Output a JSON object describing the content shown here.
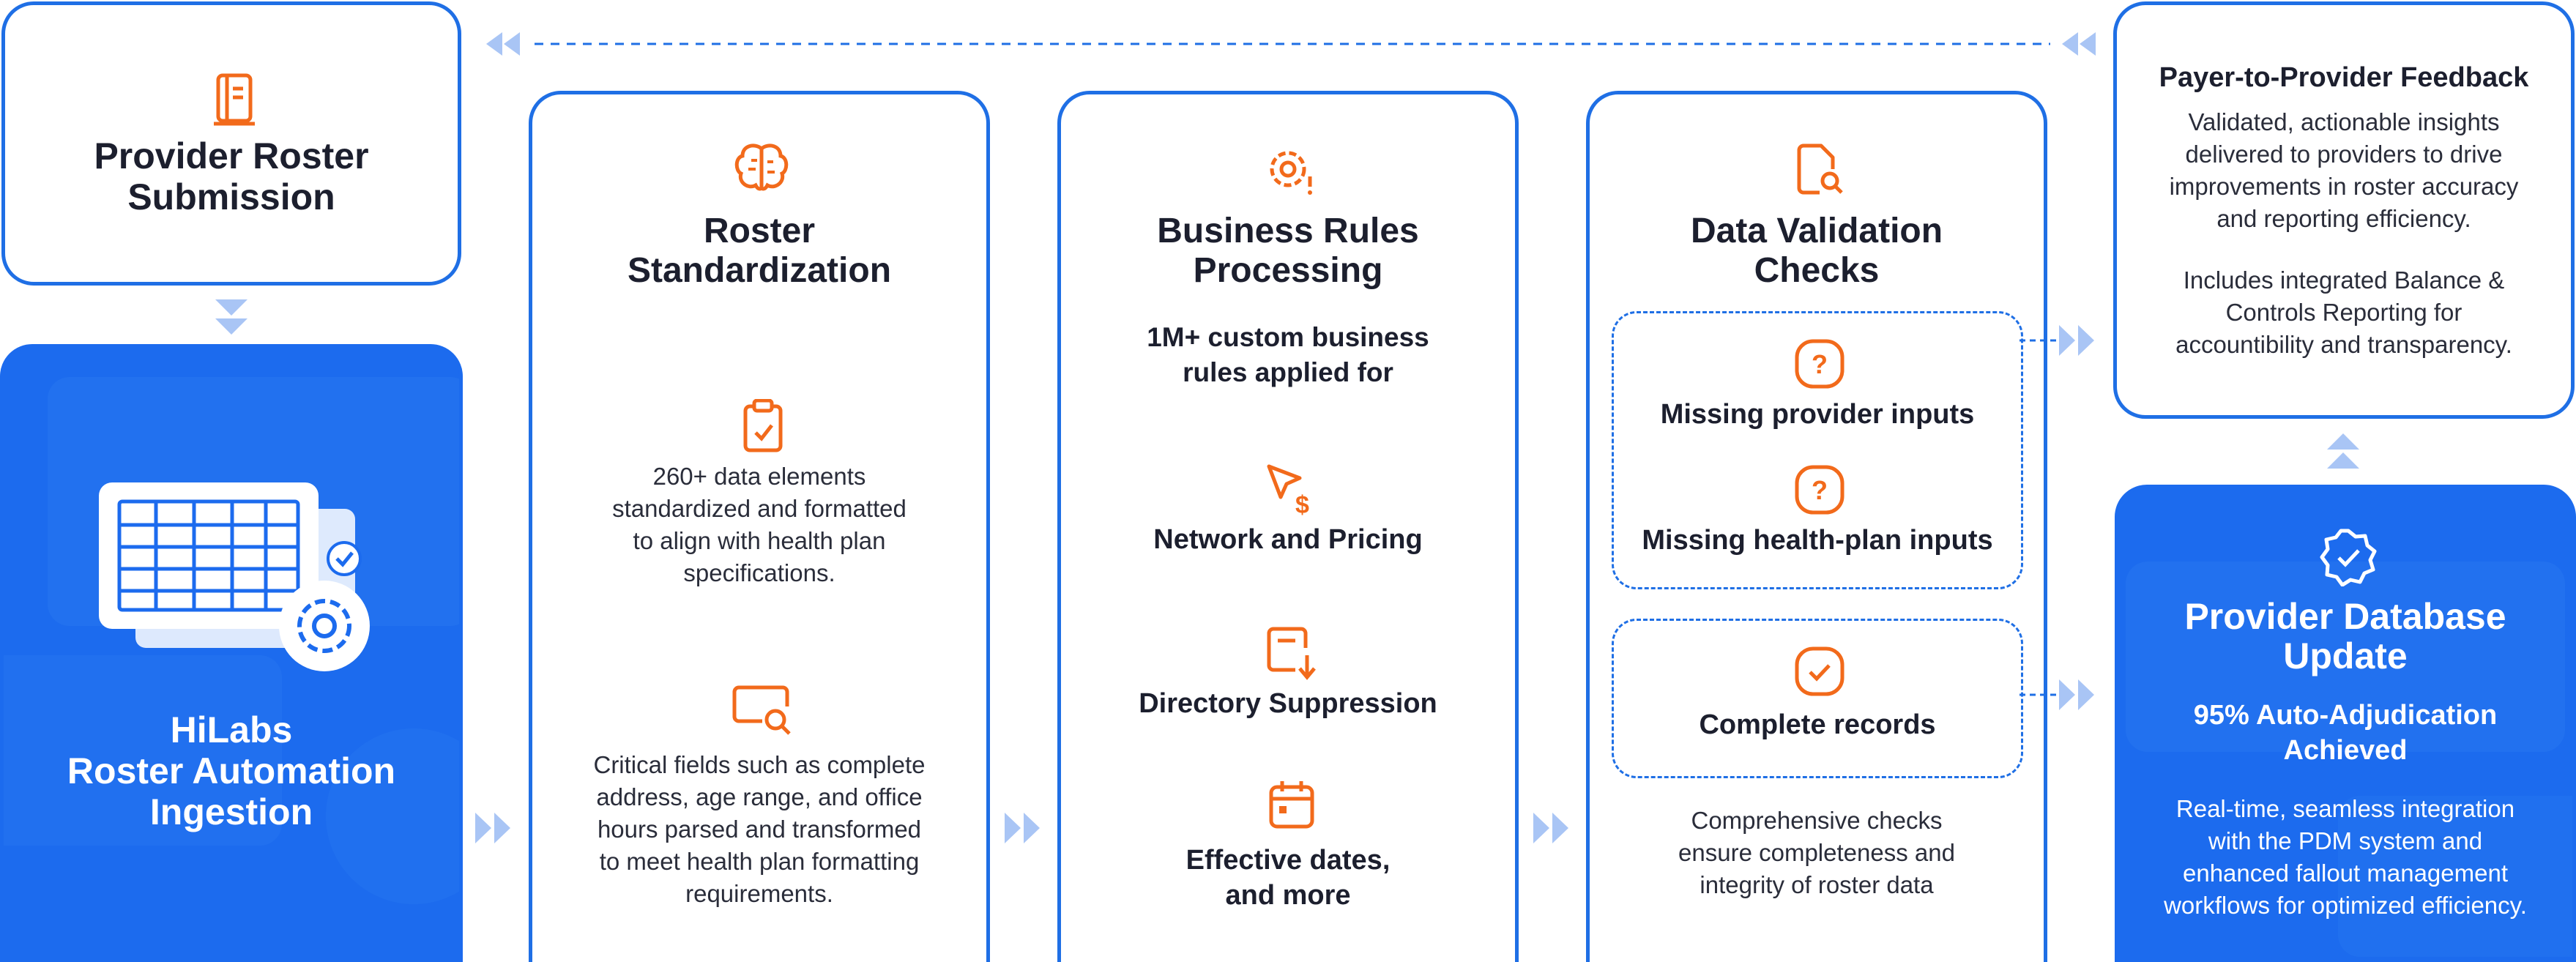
{
  "submission": {
    "title_line1": "Provider Roster",
    "title_line2": "Submission"
  },
  "ingestion": {
    "title_line1": "HiLabs",
    "title_line2": "Roster Automation",
    "title_line3": "Ingestion"
  },
  "standardization": {
    "title_line1": "Roster",
    "title_line2": "Standardization",
    "item1": [
      "260+ data elements",
      "standardized and formatted",
      "to align with health plan",
      "specifications."
    ],
    "item2": [
      "Critical fields such as complete",
      "address, age range, and office",
      "hours parsed and transformed",
      "to meet health plan formatting",
      "requirements."
    ]
  },
  "business_rules": {
    "title_line1": "Business Rules",
    "title_line2": "Processing",
    "subtitle_line1": "1M+ custom business",
    "subtitle_line2": "rules applied for",
    "item1": "Network and Pricing",
    "item2": "Directory Suppression",
    "item3_line1": "Effective dates,",
    "item3_line2": "and more"
  },
  "validation": {
    "title_line1": "Data Validation",
    "title_line2": "Checks",
    "item1": "Missing provider inputs",
    "item2": "Missing health-plan inputs",
    "item3": "Complete records",
    "note": [
      "Comprehensive checks",
      "ensure completeness and",
      "integrity of roster data"
    ]
  },
  "feedback": {
    "title": "Payer-to-Provider Feedback",
    "para1": [
      "Validated, actionable insights",
      "delivered to providers to drive",
      "improvements in roster accuracy",
      "and reporting efficiency."
    ],
    "para2": [
      "Includes integrated Balance &",
      "Controls  Reporting for",
      "accountibility and transparency."
    ]
  },
  "database_update": {
    "title_line1": "Provider Database",
    "title_line2": "Update",
    "subtitle_line1": "95% Auto-Adjudication",
    "subtitle_line2": "Achieved",
    "body": [
      "Real-time, seamless integration",
      "with the PDM system and",
      "enhanced fallout management",
      "workflows for optimized efficiency."
    ]
  },
  "colors": {
    "accent_blue": "#1c6bee",
    "border_blue": "#1f6fe5",
    "icon_orange": "#f26a1b",
    "arrow_light_blue": "#a9c5f5"
  },
  "icons": [
    "notebook-icon",
    "brain-icon",
    "clipboard-check-icon",
    "search-window-icon",
    "gear-alert-icon",
    "cursor-dollar-icon",
    "download-doc-icon",
    "calendar-icon",
    "doc-search-icon",
    "question-icon",
    "check-circle-icon",
    "verified-badge-icon",
    "spreadsheet-gear-icon"
  ]
}
